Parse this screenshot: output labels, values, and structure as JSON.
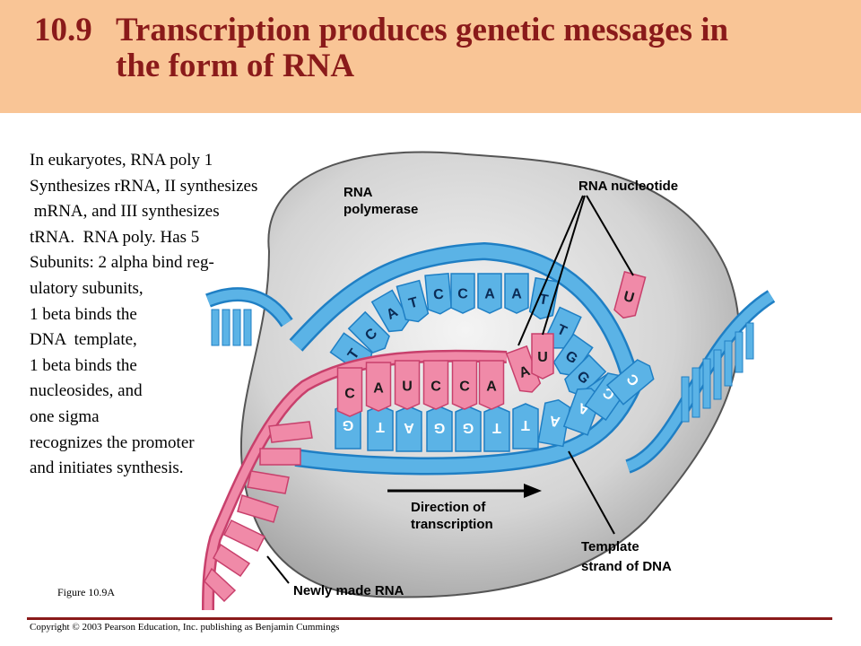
{
  "header": {
    "number": "10.9",
    "title_line1": "Transcription produces genetic messages in",
    "title_line2": "the form of RNA",
    "color": "#f9c596"
  },
  "body_text": [
    "In eukaryotes, RNA poly 1",
    "Synthesizes rRNA, II synthesizes",
    " mRNA, and III synthesizes",
    "tRNA.  RNA poly. Has 5",
    "Subunits: 2 alpha bind reg-",
    "ulatory subunits,",
    "1 beta binds the",
    "DNA  template,",
    "1 beta binds the",
    "nucleosides, and",
    "one sigma",
    "recognizes the promoter",
    "and initiates synthesis."
  ],
  "labels": {
    "rna_polymerase_1": "RNA",
    "rna_polymerase_2": "polymerase",
    "rna_nucleotide": "RNA nucleotide",
    "direction_1": "Direction of",
    "direction_2": "transcription",
    "template_1": "Template",
    "template_2": "strand of DNA",
    "newly_made_rna": "Newly made RNA"
  },
  "strands": {
    "nontemplate_bases": [
      "T",
      "C",
      "A",
      "T",
      "C",
      "C",
      "A",
      "A",
      "T",
      "T",
      "G",
      "G",
      "C"
    ],
    "rna_bases": [
      "C",
      "A",
      "U",
      "C",
      "C",
      "A"
    ],
    "template_bases": [
      "G",
      "T",
      "A",
      "G",
      "G",
      "T",
      "T",
      "A",
      "A",
      "C",
      "C"
    ],
    "free_nucleotides": [
      "A",
      "U",
      "A",
      "U"
    ]
  },
  "colors": {
    "dna_blue": "#5bb3e6",
    "dna_dark": "#1f7fc4",
    "rna_pink": "#f08aa8",
    "rna_dark": "#c8406c",
    "enzyme_gray": "#cfcfcf"
  },
  "figure_label": "Figure 10.9A",
  "copyright": "Copyright © 2003 Pearson Education, Inc. publishing as Benjamin Cummings"
}
